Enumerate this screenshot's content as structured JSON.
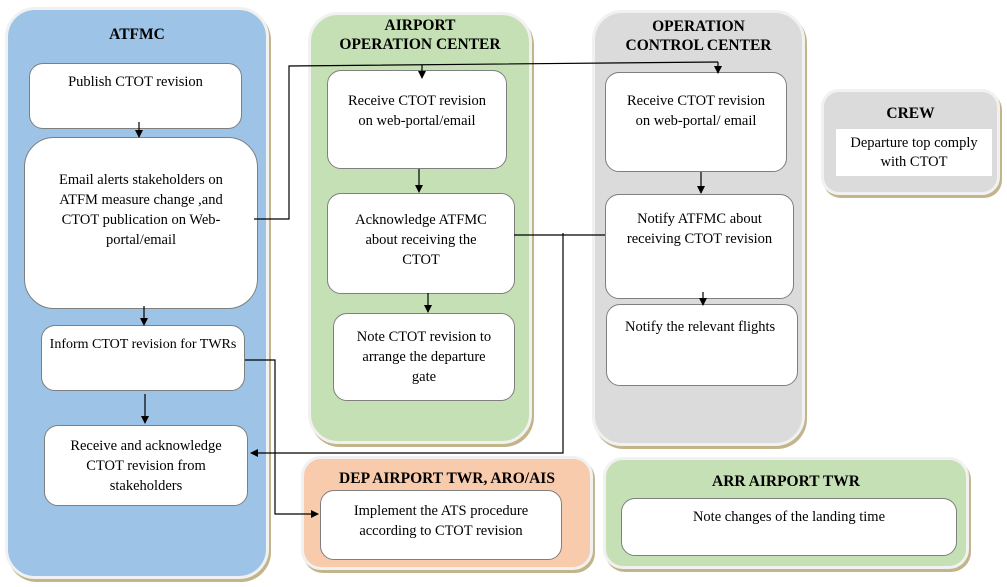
{
  "lanes": {
    "atfmc": {
      "title": "ATFMC",
      "steps": [
        "Publish CTOT revision",
        "Email alerts stakeholders on ATFM measure change ,and CTOT publication on Web-portal/email",
        "Inform CTOT revision for TWRs",
        "Receive and acknowledge CTOT revision from stakeholders"
      ]
    },
    "aoc": {
      "title": "AIRPORT OPERATION CENTER",
      "steps": [
        "Receive CTOT revision on web-portal/email",
        "Acknowledge ATFMC about receiving the CTOT",
        "Note CTOT revision to arrange the departure gate"
      ]
    },
    "occ": {
      "title": "OPERATION CONTROL CENTER",
      "steps": [
        "Receive CTOT revision on web-portal/ email",
        "Notify ATFMC about receiving CTOT revision",
        "Notify the relevant flights"
      ]
    },
    "crew": {
      "title": "CREW",
      "steps": [
        "Departure top comply with CTOT"
      ]
    },
    "dep_twr": {
      "title": "DEP AIRPORT TWR, ARO/AIS",
      "steps": [
        "Implement the ATS procedure according to CTOT revision"
      ]
    },
    "arr_twr": {
      "title": "ARR AIRPORT TWR",
      "steps": [
        "Note changes of the landing time"
      ]
    }
  },
  "colors": {
    "atfmc": "#9dc3e6",
    "aoc": "#c5e0b4",
    "occ": "#dbdbdb",
    "crew": "#dbdbdb",
    "dep_twr": "#f8cbad",
    "arr_twr": "#c5e0b4"
  }
}
